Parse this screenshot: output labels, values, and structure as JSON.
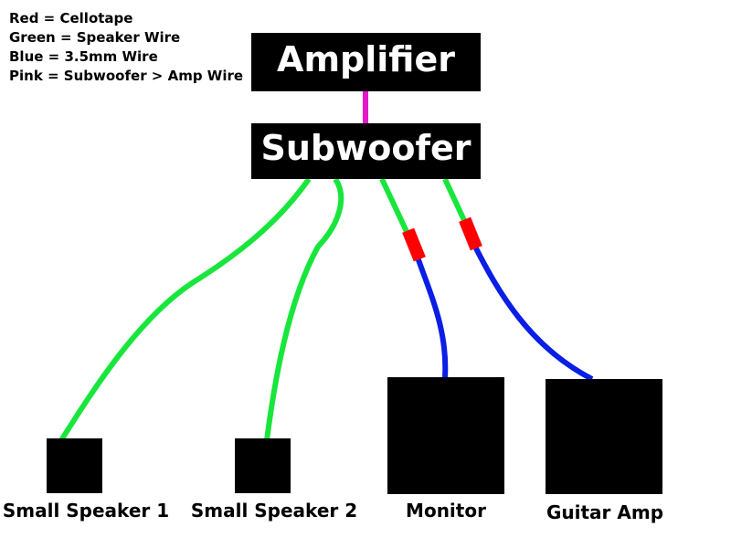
{
  "legend": {
    "red": "Red = Cellotape",
    "green": "Green = Speaker Wire",
    "blue": "Blue = 3.5mm Wire",
    "pink": "Pink = Subwoofer > Amp Wire"
  },
  "nodes": {
    "amplifier": "Amplifier",
    "subwoofer": "Subwoofer",
    "small_speaker_1": "Small Speaker 1",
    "small_speaker_2": "Small Speaker 2",
    "monitor": "Monitor",
    "guitar_amp": "Guitar Amp"
  },
  "colors": {
    "cellotape": "#ff0000",
    "speaker_wire": "#19e63c",
    "mm35_wire": "#0a1ee6",
    "sub_amp_wire": "#e619c8",
    "box": "#000000"
  }
}
